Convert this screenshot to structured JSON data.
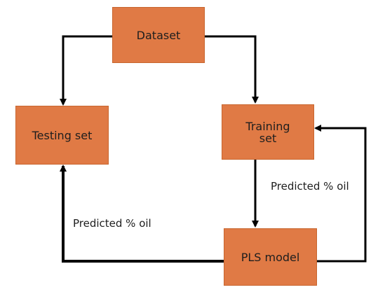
{
  "colors": {
    "node_fill": "#e07a45",
    "node_border": "#c8662f",
    "arrow": "#000000",
    "text": "#1e1e1e"
  },
  "nodes": {
    "dataset": {
      "label": "Dataset"
    },
    "testing_set": {
      "label": "Testing set"
    },
    "training_set": {
      "label": "Training\nset"
    },
    "pls_model": {
      "label": "PLS model"
    }
  },
  "edge_labels": {
    "training_to_model": "Predicted % oil",
    "model_to_testing": "Predicted % oil"
  }
}
